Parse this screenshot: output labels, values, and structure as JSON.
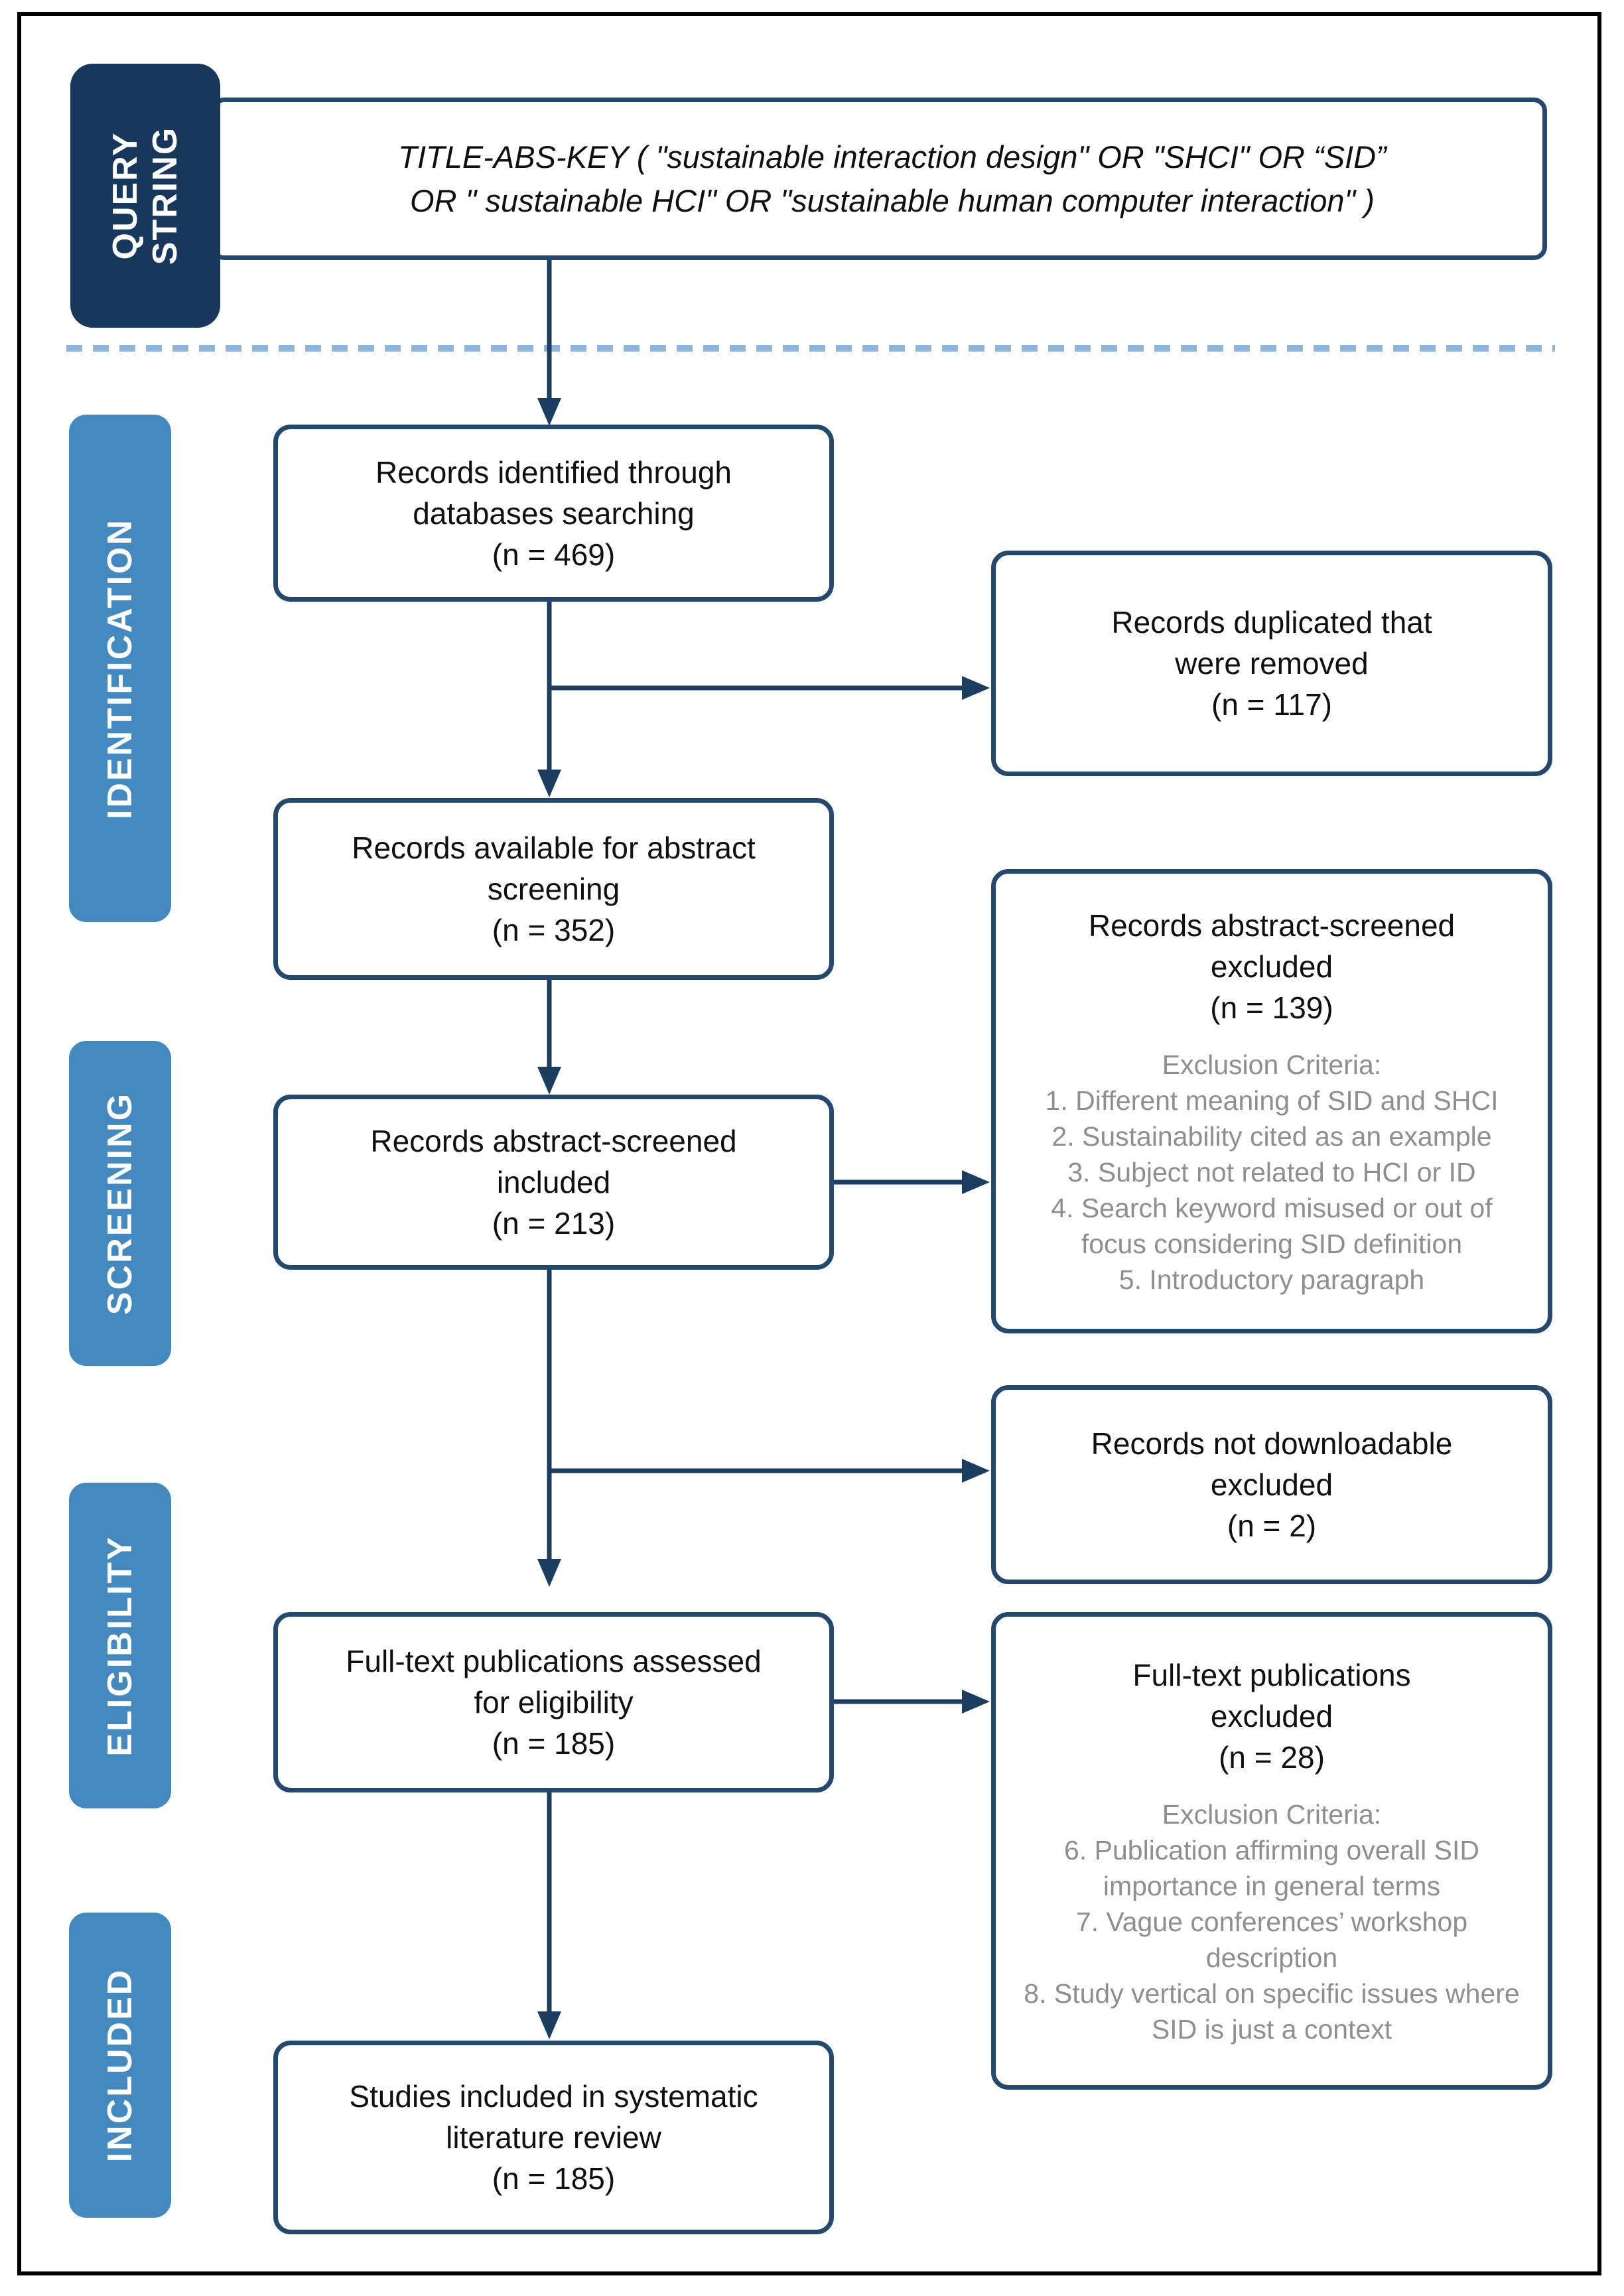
{
  "figure": {
    "query": {
      "label_lines": [
        "QUERY",
        "STRING"
      ],
      "text_lines": [
        "TITLE-ABS-KEY ( \"sustainable interaction design\" OR \"SHCI\" OR “SID”",
        "OR \" sustainable HCI\" OR \"sustainable human computer interaction\" )"
      ]
    },
    "stages": [
      {
        "label": "IDENTIFICATION"
      },
      {
        "label": "SCREENING"
      },
      {
        "label": "ELIGIBILITY"
      },
      {
        "label": "INCLUDED"
      }
    ],
    "main_boxes": [
      {
        "id": "identified",
        "lines": [
          "Records identified through",
          "databases searching",
          "(n = 469)"
        ]
      },
      {
        "id": "abstract_available",
        "lines": [
          "Records available for abstract",
          "screening",
          "(n = 352)"
        ]
      },
      {
        "id": "abstract_included",
        "lines": [
          "Records abstract-screened",
          "included",
          "(n = 213)"
        ]
      },
      {
        "id": "fulltext_assessed",
        "lines": [
          "Full-text publications assessed",
          "for eligibility",
          "(n = 185)"
        ]
      },
      {
        "id": "final_included",
        "lines": [
          "Studies included in systematic",
          "literature review",
          "(n = 185)"
        ]
      }
    ],
    "side_boxes": [
      {
        "id": "duplicates_removed",
        "lines": [
          "Records duplicated that",
          "were removed",
          "(n = 117)"
        ]
      },
      {
        "id": "abstract_excluded",
        "lines": [
          "Records abstract-screened",
          "excluded",
          "(n = 139)"
        ],
        "criteria_heading": "Exclusion Criteria:",
        "criteria": [
          "1. Different meaning of SID and SHCI",
          "2. Sustainability cited as an example",
          "3. Subject not related to HCI or ID",
          "4. Search keyword misused or out of focus considering SID definition",
          "5. Introductory paragraph"
        ]
      },
      {
        "id": "not_downloadable",
        "lines": [
          "Records not downloadable",
          "excluded",
          "(n = 2)"
        ]
      },
      {
        "id": "fulltext_excluded",
        "lines": [
          "Full-text publications",
          "excluded",
          "(n = 28)"
        ],
        "criteria_heading": "Exclusion Criteria:",
        "criteria": [
          "6. Publication affirming overall SID importance in general terms",
          "7. Vague conferences’ workshop description",
          "8. Study vertical on specific issues where SID is just a context"
        ]
      }
    ],
    "colors": {
      "stage_blue": "#4389c0",
      "query_navy": "#17375c",
      "box_border_navy": "#24486e",
      "arrow_navy": "#1c3c60",
      "dash_blue": "#8fb6da",
      "criteria_gray": "#8f8f8f"
    }
  }
}
